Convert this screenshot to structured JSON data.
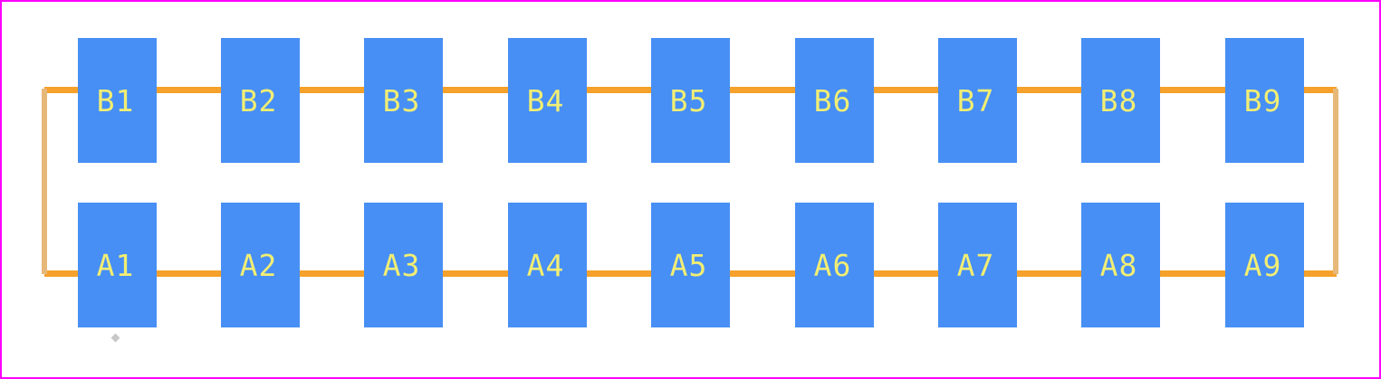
{
  "colors": {
    "border": "#ff00ff",
    "silkscreen": "#f5a12c",
    "silkscreen_side": "#e6b87a",
    "pad": "#478ff5",
    "pad_label": "#f2ee73",
    "marker": "#c8c8c8"
  },
  "pads": {
    "top_row": [
      "B1",
      "B2",
      "B3",
      "B4",
      "B5",
      "B6",
      "B7",
      "B8",
      "B9"
    ],
    "bottom_row": [
      "A1",
      "A2",
      "A3",
      "A4",
      "A5",
      "A6",
      "A7",
      "A8",
      "A9"
    ]
  }
}
